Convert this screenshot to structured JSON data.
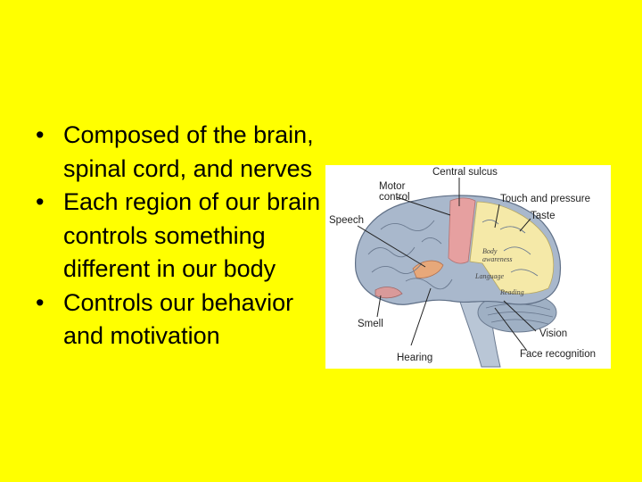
{
  "bullets": [
    "Composed of the brain, spinal cord, and nerves",
    "Each region of our brain controls something different in our body",
    "Controls our behavior and motivation"
  ],
  "bullet_glyph": "•",
  "figure": {
    "labels": {
      "central_sulcus": "Central sulcus",
      "motor_control": "Motor control",
      "touch_and_pressure": "Touch and pressure",
      "speech": "Speech",
      "taste": "Taste",
      "smell": "Smell",
      "vision": "Vision",
      "hearing": "Hearing",
      "face_recognition": "Face recognition"
    },
    "inner_labels": {
      "body_awareness": "Body awareness",
      "language": "Language",
      "reading": "Reading"
    }
  },
  "colors": {
    "background": "#ffff00",
    "text": "#000000",
    "brain_base": "#a9b8cc",
    "motor_region": "#e6a0a0",
    "sensory_region": "#f5e9a8",
    "cerebellum": "#9fb0c4"
  }
}
